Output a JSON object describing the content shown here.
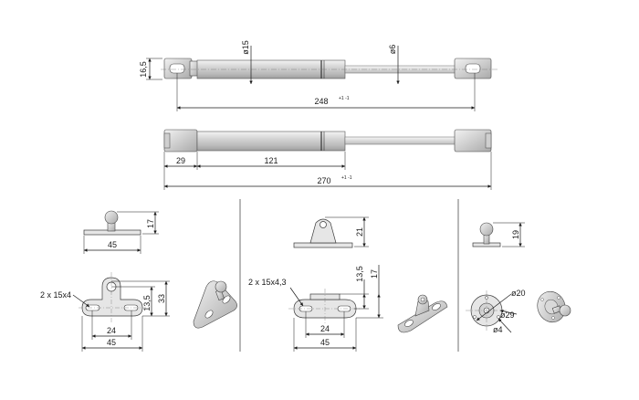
{
  "diagram": {
    "top_spring": {
      "dia_body": "ø15",
      "dia_rod": "ø6",
      "height": "16,5",
      "length": "248",
      "length_tol": "+1 -1"
    },
    "bottom_spring": {
      "end_len": "29",
      "body_len": "121",
      "length": "270",
      "length_tol": "+1 -1"
    },
    "bracket_a": {
      "height": "17",
      "width": "45",
      "holes": "2 x 15x4",
      "hole_spacing": "24",
      "width2": "45",
      "h1": "13,5",
      "h2": "33"
    },
    "bracket_b": {
      "height": "21",
      "holes": "2 x 15x4,3",
      "h1": "13,5",
      "h2": "17",
      "hole_spacing": "24",
      "width": "45"
    },
    "bracket_c": {
      "height": "19",
      "d_outer": "ø20",
      "d_mid": "ø29",
      "d_hole": "ø4"
    }
  }
}
